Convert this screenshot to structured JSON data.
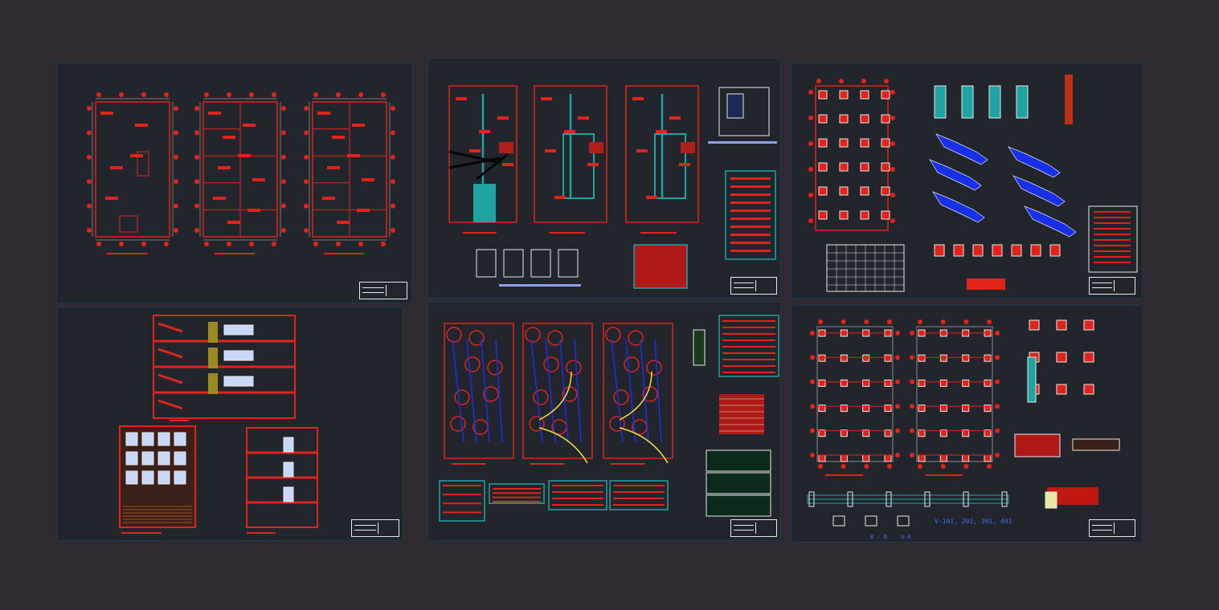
{
  "drawing": {
    "labels": {
      "beam_schedule": "V-101, 201, 301, 401",
      "section_b": "B - B",
      "section_a": "A-A"
    },
    "colors": {
      "background": "#2e2a30",
      "sheet": "#22262c",
      "sheet_border": "#1c3a4f",
      "wall": "#e0231b",
      "grid_bubble": "#e0231b",
      "water_pipe": "#1fa4a4",
      "sewer": "#1830e8",
      "electric_curve": "#f0e040",
      "title_block": "#e8e8e8",
      "window": "#c8d8f8"
    }
  }
}
